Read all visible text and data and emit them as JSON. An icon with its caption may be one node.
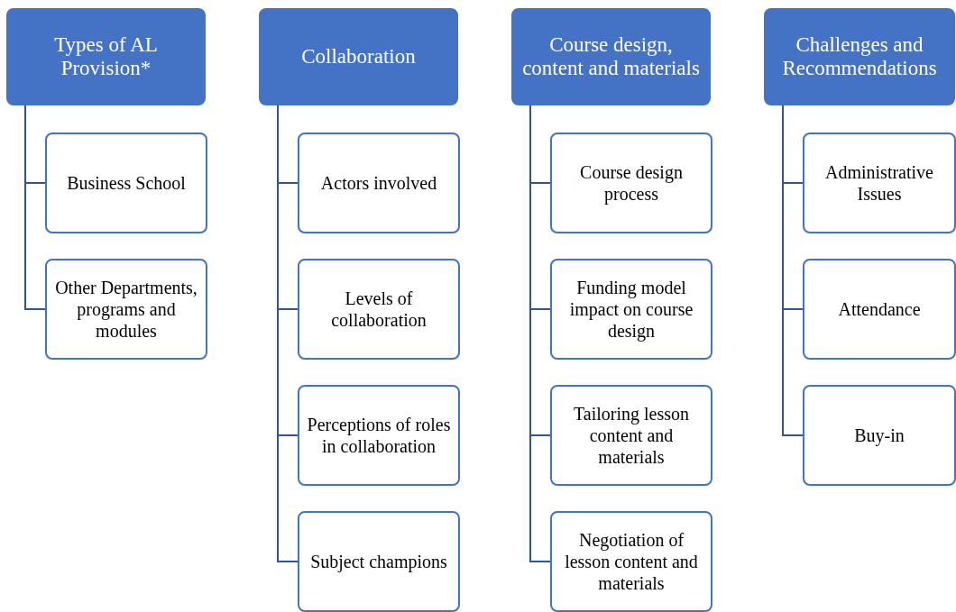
{
  "diagram": {
    "nodes": [
      {
        "text": [
          "Types of AL Provision*"
        ]
      },
      {
        "text": [
          "Business School"
        ]
      },
      {
        "text": [
          "Other Departments, programs and modules"
        ]
      },
      {
        "text": [
          "Collaboration"
        ]
      },
      {
        "text": [
          "Actors involved"
        ]
      },
      {
        "text": [
          "Levels of collaboration"
        ]
      },
      {
        "text": [
          "Perceptions of roles in collaboration"
        ]
      },
      {
        "text": [
          "Subject champions"
        ]
      },
      {
        "text": [
          "Course design, content and materials"
        ]
      },
      {
        "text": [
          "Course design process"
        ]
      },
      {
        "text": [
          "Funding model impact on course design"
        ]
      },
      {
        "text": [
          "Tailoring lesson content and materials"
        ]
      },
      {
        "text": [
          "Negotiation of lesson content and materials"
        ]
      },
      {
        "text": [
          "Challenges and Recommendations"
        ]
      },
      {
        "text": [
          "Administrative Issues"
        ]
      },
      {
        "text": [
          "Attendance"
        ]
      },
      {
        "text": [
          "Buy-in"
        ]
      }
    ],
    "edges": [
      {
        "from": 0,
        "to": 1,
        "arrow": "none"
      },
      {
        "from": 0,
        "to": 2,
        "arrow": "none"
      },
      {
        "from": 3,
        "to": 4,
        "arrow": "none"
      },
      {
        "from": 3,
        "to": 5,
        "arrow": "none"
      },
      {
        "from": 3,
        "to": 6,
        "arrow": "none"
      },
      {
        "from": 3,
        "to": 7,
        "arrow": "none"
      },
      {
        "from": 8,
        "to": 9,
        "arrow": "none"
      },
      {
        "from": 8,
        "to": 10,
        "arrow": "none"
      },
      {
        "from": 8,
        "to": 11,
        "arrow": "none"
      },
      {
        "from": 8,
        "to": 12,
        "arrow": "none"
      },
      {
        "from": 13,
        "to": 14,
        "arrow": "none"
      },
      {
        "from": 13,
        "to": 15,
        "arrow": "none"
      },
      {
        "from": 13,
        "to": 16,
        "arrow": "none"
      }
    ]
  }
}
